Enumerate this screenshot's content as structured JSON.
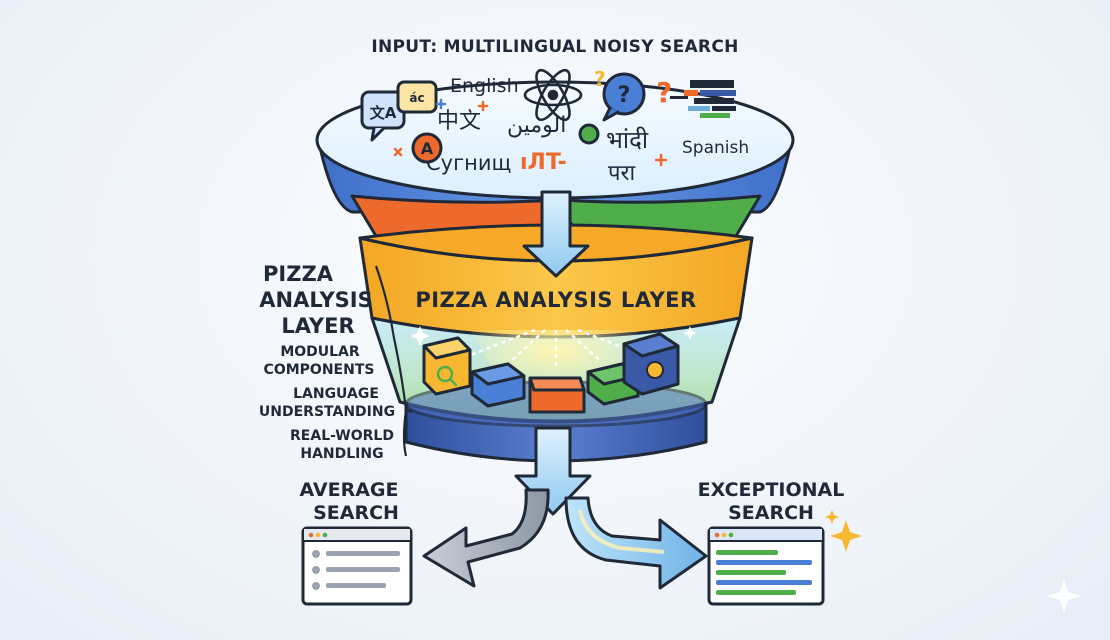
{
  "diagram": {
    "title": "INPUT: MULTILINGUAL NOISY SEARCH",
    "input_words": {
      "english": "English",
      "chinese": "中文",
      "arabic": "الومين",
      "cyrillic": "Сугнищ",
      "hindi": "भांदी",
      "hindi2": "परा",
      "spanish": "Spanish",
      "noise": "ıЛT-",
      "translate_a": "A",
      "translate_b": "文A",
      "translate_c": "ác",
      "question_mark": "?"
    },
    "layer_label": "PIZZA ANALYSIS LAYER",
    "side_heading": [
      "PIZZA",
      "ANALYSIS",
      "LAYER"
    ],
    "side_items": [
      [
        "MODULAR",
        "COMPONENTS"
      ],
      [
        "LANGUAGE",
        "UNDERSTANDING"
      ],
      [
        "REAL-WORLD",
        "HANDLING"
      ]
    ],
    "average": {
      "label": [
        "AVERAGE",
        "SEARCH"
      ]
    },
    "exceptional": {
      "label": [
        "EXCEPTIONAL",
        "SEARCH"
      ]
    },
    "colors": {
      "blue": "#4a7fd6",
      "orange": "#ee6a2c",
      "green": "#4fae4a",
      "yellow": "#f7b731",
      "cyan": "#9fd6f2",
      "navy": "#3a5aa8",
      "dark": "#1f2937"
    },
    "icons": [
      "translate-icon",
      "atom-icon",
      "question-bubble-icon",
      "glitch-icon",
      "search-box-icon",
      "chip-box-icon",
      "sparkle-icon"
    ]
  }
}
